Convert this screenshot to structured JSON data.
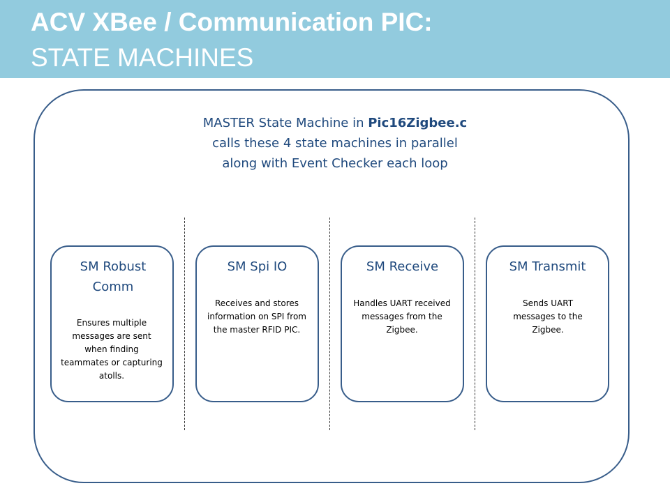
{
  "title": {
    "line1": "ACV XBee / Communication PIC:",
    "line2": "STATE MACHINES"
  },
  "master": {
    "line1_prefix": "MASTER State Machine in ",
    "line1_file": "Pic16Zigbee.c",
    "line2": "calls these 4 state machines in parallel",
    "line3": "along with Event Checker each loop"
  },
  "state_machines": [
    {
      "title": "SM Robust Comm",
      "description": "Ensures multiple messages are sent when finding teammates or capturing atolls."
    },
    {
      "title": "SM Spi IO",
      "description": "Receives and stores information on SPI from the master RFID PIC."
    },
    {
      "title": "SM Receive",
      "description": "Handles UART received messages from the Zigbee."
    },
    {
      "title": "SM Transmit",
      "description": "Sends UART messages to the Zigbee."
    }
  ],
  "colors": {
    "title_bar": "#92cbde",
    "border": "#385d8a",
    "text_blue": "#1f497d"
  }
}
